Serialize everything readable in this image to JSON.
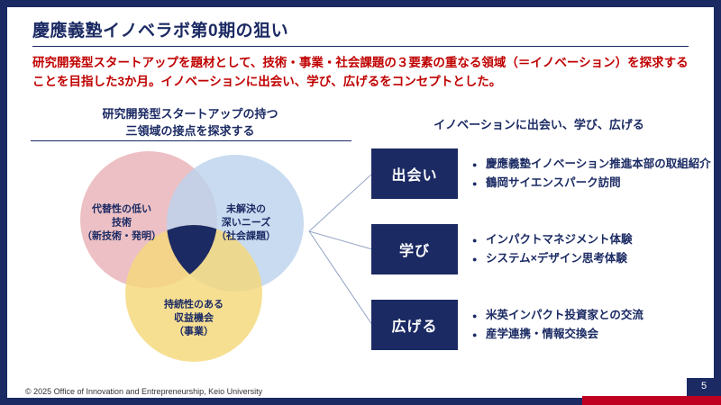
{
  "slide": {
    "title": "慶應義塾イノベラボ第0期の狙い",
    "lead": "研究開発型スタートアップを題材として、技術・事業・社会課題の３要素の重なる領域（＝イノベーション）を探求することを目指した3か月。イノベーションに出会い、学び、広げるをコンセプトとした。",
    "footer_copyright": "© 2025 Office of Innovation and Entrepreneurship, Keio University",
    "page_number": "5"
  },
  "venn_section": {
    "heading": "研究開発型スタートアップの持つ\n三領域の接点を探求する",
    "circles": {
      "technology": {
        "label": "代替性の低い\n技術\n（新技術・発明）",
        "color": "#e3a2a8"
      },
      "needs": {
        "label": "未解決の\n深いニーズ\n（社会課題）",
        "color": "#aec9e9"
      },
      "business": {
        "label": "持続性のある\n収益機会\n（事業）",
        "color": "#f2cf5e"
      }
    },
    "center_color": "#1b2a63"
  },
  "concept_section": {
    "heading": "イノベーションに出会い、学び、広げる",
    "rows": [
      {
        "box_label": "出会い",
        "bullets": [
          "慶應義塾イノベーション推進本部の取組紹介",
          "鶴岡サイエンスパーク訪問"
        ]
      },
      {
        "box_label": "学び",
        "bullets": [
          "インパクトマネジメント体験",
          "システム×デザイン思考体験"
        ]
      },
      {
        "box_label": "広げる",
        "bullets": [
          "米英インパクト投資家との交流",
          "産学連携・情報交換会"
        ]
      }
    ]
  },
  "colors": {
    "frame_navy": "#1b2a63",
    "accent_red": "#c00020",
    "lead_text_red": "#c00000",
    "connector_line": "#94a3c4"
  }
}
